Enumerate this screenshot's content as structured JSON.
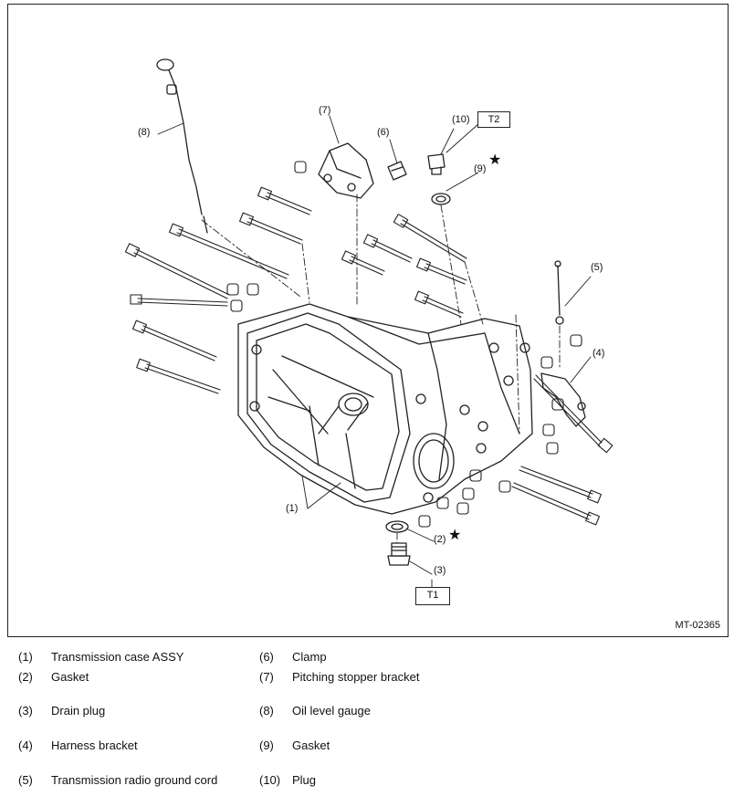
{
  "callouts": {
    "c1": "(1)",
    "c2": "(2)",
    "c3": "(3)",
    "c4": "(4)",
    "c5": "(5)",
    "c6": "(6)",
    "c7": "(7)",
    "c8": "(8)",
    "c9": "(9)",
    "c10": "(10)"
  },
  "torque_labels": {
    "t1": "T1",
    "t2": "T2"
  },
  "star_symbol": "★",
  "figure_id": "MT-02365",
  "legend": [
    {
      "num": "(1)",
      "label": "Transmission case ASSY"
    },
    {
      "num": "(2)",
      "label": "Gasket"
    },
    {
      "num": "(3)",
      "label": "Drain plug"
    },
    {
      "num": "(4)",
      "label": "Harness bracket"
    },
    {
      "num": "(5)",
      "label": "Transmission radio ground cord"
    },
    {
      "num": "(6)",
      "label": "Clamp"
    },
    {
      "num": "(7)",
      "label": "Pitching stopper bracket"
    },
    {
      "num": "(8)",
      "label": "Oil level gauge"
    },
    {
      "num": "(9)",
      "label": "Gasket"
    },
    {
      "num": "(10)",
      "label": "Plug"
    }
  ]
}
